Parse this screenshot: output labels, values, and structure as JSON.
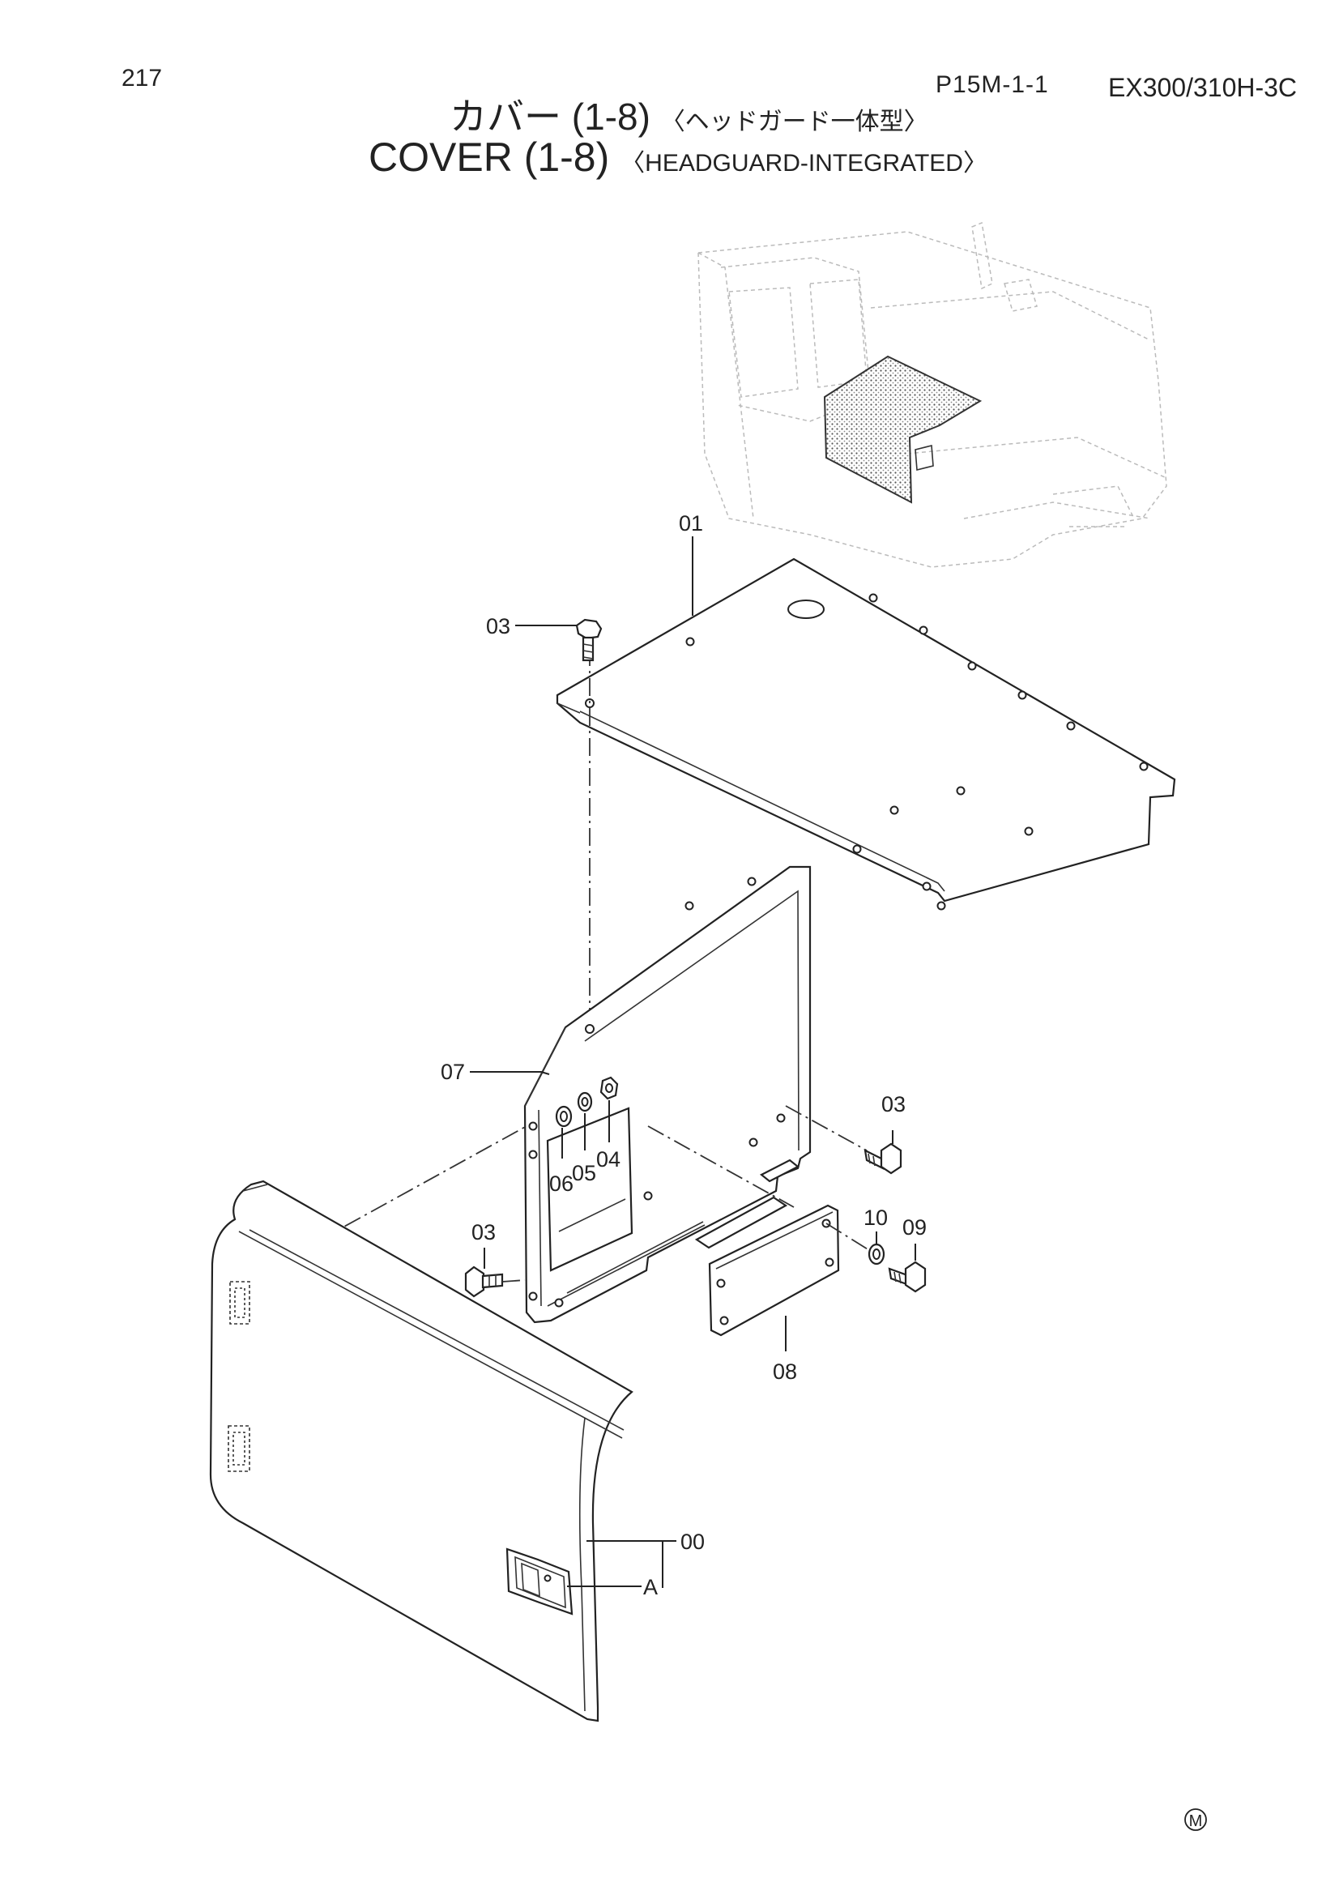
{
  "header": {
    "page_number": "217",
    "page_code": "P15M-1-1",
    "model": "EX300/310H-3C",
    "title_jp": "カバー (1-8)",
    "subtitle_jp": "〈ヘッドガード一体型〉",
    "title_en": "COVER (1-8)",
    "subtitle_en": "〈HEADGUARD-INTEGRATED〉"
  },
  "callouts": {
    "p01": "01",
    "p03_top": "03",
    "p07": "07",
    "p06": "06",
    "p05": "05",
    "p04": "04",
    "p03_right": "03",
    "p03_left": "03",
    "p10": "10",
    "p09": "09",
    "p08": "08",
    "p00": "00",
    "pA": "A"
  },
  "footer": {
    "mark": "M"
  }
}
